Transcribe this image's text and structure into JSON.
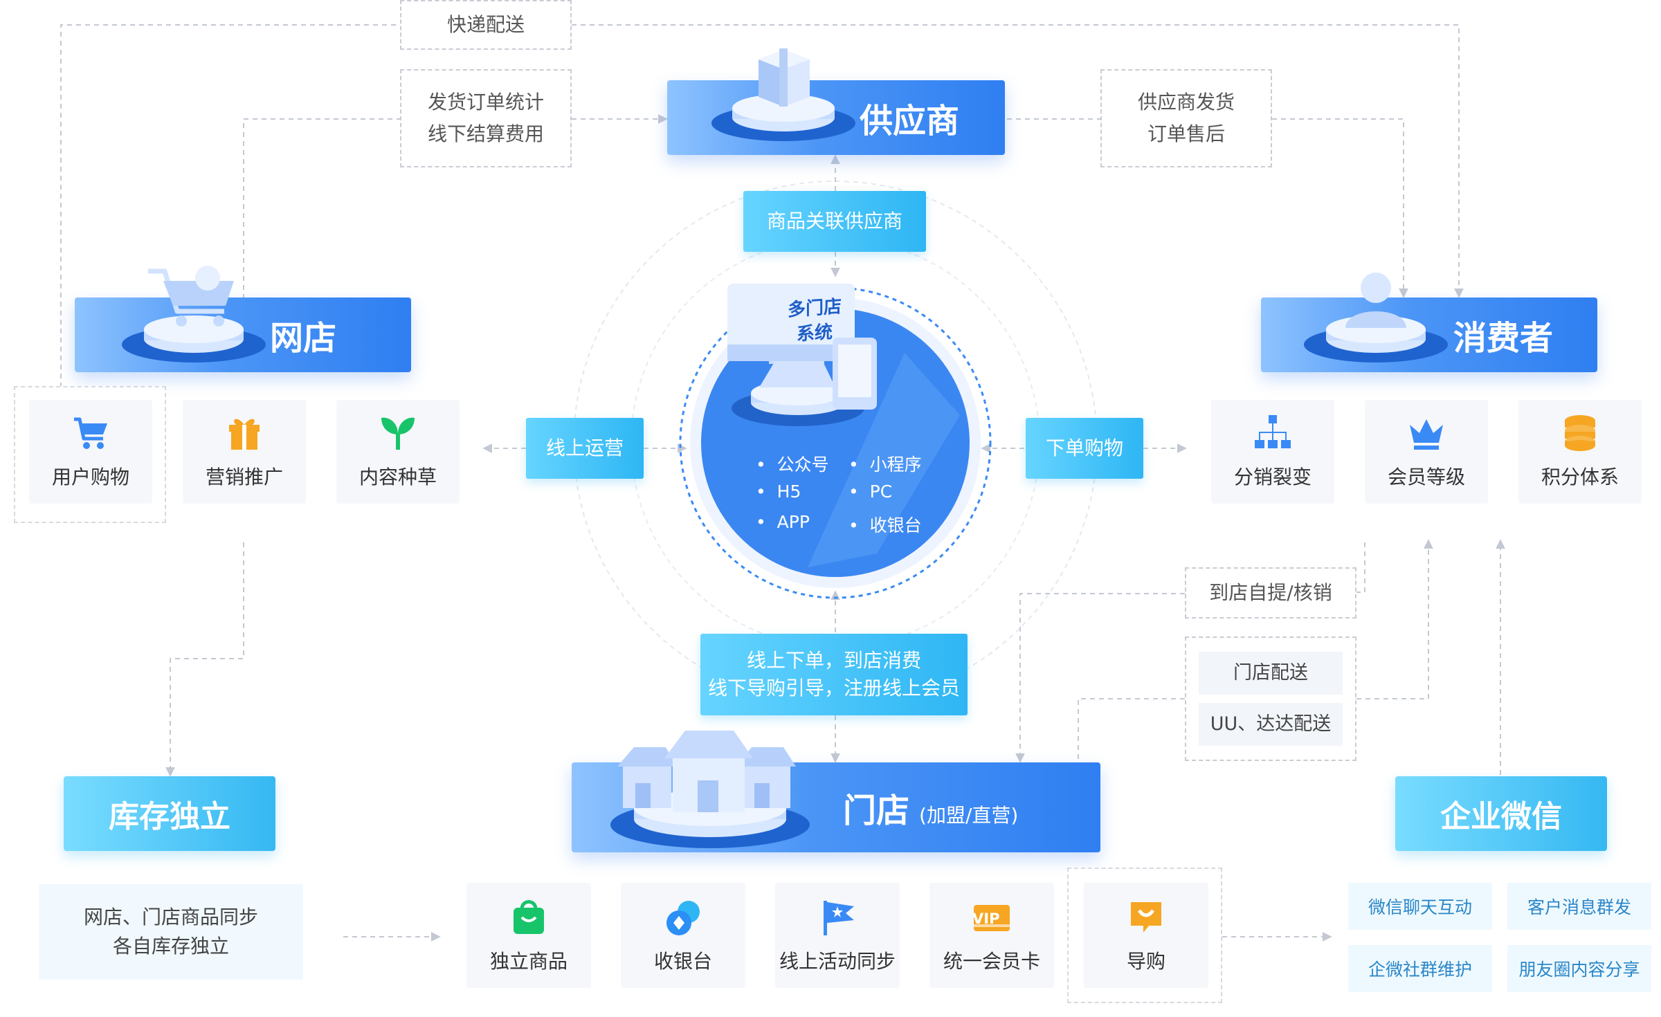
{
  "colors": {
    "blue": "#3a8af5",
    "cyan": "#2eb6f4",
    "line": "#c3c8d2",
    "green": "#18c46a",
    "orange": "#f6a623"
  },
  "top": {
    "express": "快递配送",
    "ship_stats": [
      "发货订单统计",
      "线下结算费用"
    ],
    "supplier_ship": [
      "供应商发货",
      "订单售后"
    ]
  },
  "supplier": {
    "title": "供应商",
    "link": "商品关联供应商"
  },
  "center": {
    "title": [
      "多门店",
      "系统"
    ],
    "platforms": [
      "公众号",
      "小程序",
      "H5",
      "PC",
      "APP",
      "收银台"
    ]
  },
  "online_store": {
    "title": "网店",
    "cards": [
      {
        "label": "用户购物",
        "icon": "cart-icon"
      },
      {
        "label": "营销推广",
        "icon": "gift-icon"
      },
      {
        "label": "内容种草",
        "icon": "sprout-icon"
      }
    ]
  },
  "consumer": {
    "title": "消费者",
    "cards": [
      {
        "label": "分销裂变",
        "icon": "hierarchy-icon"
      },
      {
        "label": "会员等级",
        "icon": "crown-icon"
      },
      {
        "label": "积分体系",
        "icon": "coins-icon"
      }
    ]
  },
  "middle": {
    "online_ops": "线上运营",
    "order_shop": "下单购物"
  },
  "bottom_link": [
    "线上下单，到店消费",
    "线下导购引导，注册线上会员"
  ],
  "pickup": "到店自提/核销",
  "delivery": [
    "门店配送",
    "UU、达达配送"
  ],
  "inventory": {
    "title": "库存独立",
    "desc": [
      "网店、门店商品同步",
      "各自库存独立"
    ]
  },
  "store": {
    "title": "门店",
    "subtitle": "(加盟/直营)",
    "cards": [
      {
        "label": "独立商品",
        "icon": "bag-icon"
      },
      {
        "label": "收银台",
        "icon": "coin-icon"
      },
      {
        "label": "线上活动同步",
        "icon": "flag-icon"
      },
      {
        "label": "统一会员卡",
        "icon": "vip-card-icon",
        "badge": "VIP"
      },
      {
        "label": "导购",
        "icon": "guide-icon"
      }
    ]
  },
  "wecom": {
    "title": "企业微信",
    "items": [
      "微信聊天互动",
      "客户消息群发",
      "企微社群维护",
      "朋友圈内容分享"
    ]
  }
}
